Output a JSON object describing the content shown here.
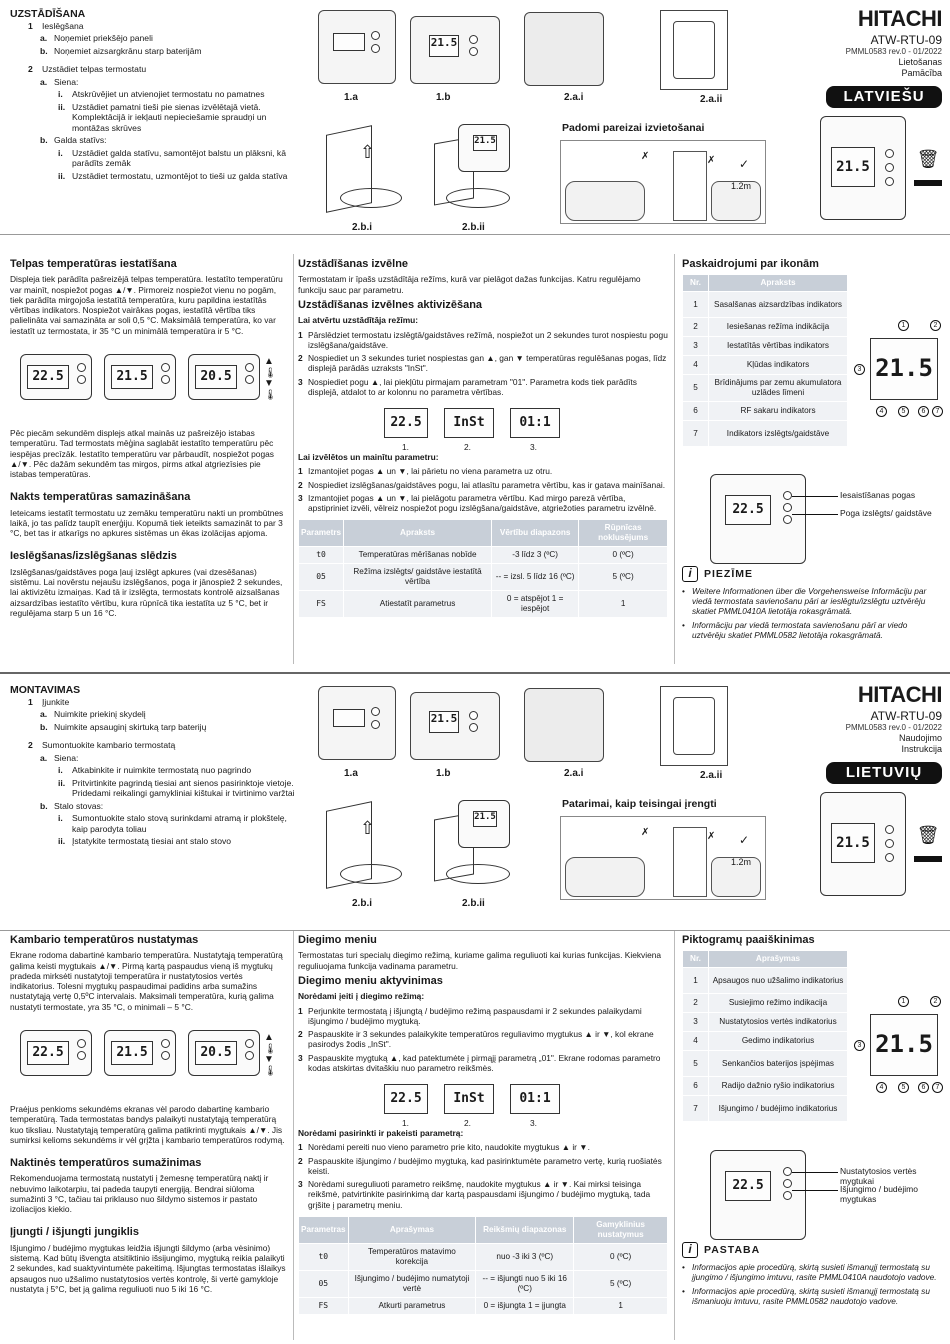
{
  "lv": {
    "install": {
      "title": "UZSTĀDĪŠANA",
      "items": [
        {
          "n": "1",
          "text": "Ieslēgšana",
          "level": 1
        },
        {
          "n": "a.",
          "text": "Noņemiet priekšējo paneli",
          "level": 2
        },
        {
          "n": "b.",
          "text": "Noņemiet aizsargkrānu starp baterijām",
          "level": 2
        },
        {
          "n": "2",
          "text": "Uzstādiet telpas termostatu",
          "level": 1
        },
        {
          "n": "a.",
          "text": "Siena:",
          "level": 2
        },
        {
          "n": "i.",
          "text": "Atskrūvējiet un atvienojiet termostatu no pamatnes",
          "level": 3
        },
        {
          "n": "ii.",
          "text": "Uzstādiet pamatni tieši pie sienas izvēlētajā vietā. Komplektācijā ir iekļauti nepieciešamie spraudņi un montāžas skrūves",
          "level": 3
        },
        {
          "n": "b.",
          "text": "Galda statīvs:",
          "level": 2
        },
        {
          "n": "i.",
          "text": "Uzstādiet galda statīvu, samontējot balstu un plāksni, kā parādīts zemāk",
          "level": 3
        },
        {
          "n": "ii.",
          "text": "Uzstādiet termostatu, uzmontējot to tieši uz galda statīva",
          "level": 3
        }
      ],
      "figs": [
        "1.a",
        "1.b",
        "2.a.i",
        "2.a.ii",
        "2.b.i",
        "2.b.ii"
      ],
      "tips_title": "Padomi pareizai izvietošanai",
      "height_label": "1.2m"
    },
    "header": {
      "brand": "HITACHI",
      "model": "ATW-RTU-09",
      "docnum": "PMML0583 rev.0 - 01/2022",
      "doctype1": "Lietošanas",
      "doctype2": "Pamācība",
      "lang": "LATVIEŠU"
    },
    "room_temp": {
      "title": "Telpas temperatūras iestatīšana",
      "p1": "Displeja tiek parādīta pašreizējā telpas temperatūra. Iestatīto temperatūru var mainīt, nospiežot pogas ▲/▼. Pirmoreiz nospiežot vienu no pogām, tiek parādīta mirgojoša iestatītā temperatūra, kuru papildina iestatītās vērtības indikators. Nospiežot vairākas pogas, iestatītā vērtība tiks palielināta vai samazināta ar soli 0,5 °C. Maksimālā temperatūra, ko var iestatīt uz termostata, ir 35 °C un minimālā temperatūra ir 5 °C.",
      "lcd1": "22.5",
      "lcd2": "21.5",
      "lcd3": "20.5",
      "p2": "Pēc piecām sekundēm displejs atkal mainās uz pašreizējo istabas temperatūru. Tad termostats mēģina saglabāt iestatīto temperatūru pēc iespējas precīzāk. Iestatīto temperatūru var pārbaudīt, nospiežot pogas ▲/▼. Pēc dažām sekundēm tas mirgos, pirms atkal atgriezīsies pie istabas temperatūras."
    },
    "night": {
      "title": "Nakts temperatūras samazināšana",
      "p": "Ieteicams iestatīt termostatu uz zemāku temperatūru nakti un prombūtnes laikā, jo tas palīdz taupīt enerģiju. Kopumā tiek ieteikts samazināt to par 3 °C, bet tas ir atkarīgs no apkures sistēmas un ēkas izolācijas apjoma."
    },
    "onoff": {
      "title": "Ieslēgšanas/izslēgšanas slēdzis",
      "p": "Izslēgšanas/gaidstāves poga ļauj izslēgt apkures (vai dzesēšanas) sistēmu. Lai novērstu nejaušu izslēgšanos, poga ir jānospiež 2 sekundes, lai aktivizētu izmaiņas. Kad tā ir izslēgta, termostats kontrolē aizsalšanas aizsardzības iestatīto vērtību, kura rūpnīcā tika iestatīta uz 5 °C, bet ir regulējama starp 5 un 16 °C."
    },
    "setup": {
      "title": "Uzstādīšanas izvēlne",
      "p": "Termostatam ir īpašs uzstādītāja režīms, kurā var pielāgot dažas funkcijas. Katru regulējamo funkciju sauc par parametru.",
      "act_title": "Uzstādīšanas izvēlnes aktivizēšana",
      "enter_title": "Lai atvērtu uzstādītāja režīmu:",
      "steps1": [
        "Pārslēdziet termostatu izslēgtā/gaidstāves režīmā, nospiežot un 2 sekundes turot nospiestu pogu izslēgšana/gaidstāve.",
        "Nospiediet un 3 sekundes turiet nospiestas gan ▲, gan ▼ temperatūras regulēšanas pogas, līdz displejā parādās uzraksts \"InSt\".",
        "Nospiediet pogu ▲, lai piekļūtu pirmajam parametram \"01\". Parametra kods tiek parādīts displejā, atdalot to ar kolonnu no parametra vērtības."
      ],
      "lcds": [
        "22.5",
        "InSt",
        "01:1"
      ],
      "lcd_labels": [
        "1.",
        "2.",
        "3."
      ],
      "change_title": "Lai izvēlētos un mainītu parametru:",
      "steps2": [
        "Izmantojiet pogas ▲ un ▼, lai pārietu no viena parametra uz otru.",
        "Nospiediet izslēgšanas/gaidstāves pogu, lai atlasītu parametra vērtību, kas ir gatava mainīšanai.",
        "Izmantojiet pogas ▲ un ▼, lai pielāgotu parametra vērtību. Kad mirgo parezā vērtība, apstipriniet izvēli, vēlreiz nospiežot pogu izslēgšana/gaidstāve, atgriežoties parametru izvēlnē."
      ],
      "table": {
        "headers": [
          "Parametrs",
          "Apraksts",
          "Vērtību diapazons",
          "Rūpnīcas noklusējums"
        ],
        "rows": [
          [
            "t0",
            "Temperatūras mērīšanas nobīde",
            "-3 līdz 3 (ºC)",
            "0 (ºC)"
          ],
          [
            "05",
            "Režīma izslēgts/ gaidstāve iestatītā vērtība",
            "-- = izsl. 5 līdz 16 (ºC)",
            "5 (ºC)"
          ],
          [
            "FS",
            "Atiestatīt parametrus",
            "0 = atspējot 1 = iespējot",
            "1"
          ]
        ]
      }
    },
    "icons": {
      "title": "Paskaidrojumi par ikonām",
      "headers": [
        "Nr.",
        "Apraksts"
      ],
      "rows": [
        [
          "1",
          "Sasalšanas aizsardzības indikators"
        ],
        [
          "2",
          "Iesiešanas režīma indikācija"
        ],
        [
          "3",
          "Iestatītās vērtības indikators"
        ],
        [
          "4",
          "Kļūdas indikators"
        ],
        [
          "5",
          "Brīdinājums par zemu akumulatora uzlādes līmeni"
        ],
        [
          "6",
          "RF sakaru indikators"
        ],
        [
          "7",
          "Indikators izslēgts/gaidstāve"
        ]
      ],
      "lcd": "21.5",
      "callout1": "Iesaistīšanas pogas",
      "callout2": "Poga izslēgts/ gaidstāve",
      "note_title": "PIEZĪME",
      "notes": [
        "Weitere Informationen über die Vorgehensweise Informāciju par viedā termostata savienošanu pāri ar ieslēgtu/izslēgtu uztvērēju skatiet PMML0410A lietotāja rokasgrāmatā.",
        "Informāciju par viedā termostata savienošanu pārī ar viedo uztvērēju skatiet PMML0582 lietotāja rokasgrāmatā."
      ]
    }
  },
  "lt": {
    "install": {
      "title": "MONTAVIMAS",
      "items": [
        {
          "n": "1",
          "text": "Įjunkite",
          "level": 1
        },
        {
          "n": "a.",
          "text": "Nuimkite priekinį skydelį",
          "level": 2
        },
        {
          "n": "b.",
          "text": "Nuimkite apsauginį skirtuką tarp baterijų",
          "level": 2
        },
        {
          "n": "2",
          "text": "Sumontuokite kambario termostatą",
          "level": 1
        },
        {
          "n": "a.",
          "text": "Siena:",
          "level": 2
        },
        {
          "n": "i.",
          "text": "Atkabinkite ir nuimkite termostatą nuo pagrindo",
          "level": 3
        },
        {
          "n": "ii.",
          "text": "Pritvirtinkite pagrindą tiesiai ant sienos pasirinktoje vietoje. Pridedami reikalingi gamykliniai kištukai ir tvirtinimo varžtai",
          "level": 3
        },
        {
          "n": "b.",
          "text": "Stalo stovas:",
          "level": 2
        },
        {
          "n": "i.",
          "text": "Sumontuokite stalo stovą surinkdami atramą ir plokštelę, kaip parodyta toliau",
          "level": 3
        },
        {
          "n": "ii.",
          "text": "Įstatykite termostatą tiesiai ant stalo stovo",
          "level": 3
        }
      ],
      "figs": [
        "1.a",
        "1.b",
        "2.a.i",
        "2.a.ii",
        "2.b.i",
        "2.b.ii"
      ],
      "tips_title": "Patarimai, kaip teisingai įrengti",
      "height_label": "1.2m"
    },
    "header": {
      "brand": "HITACHI",
      "model": "ATW-RTU-09",
      "docnum": "PMML0583 rev.0 - 01/2022",
      "doctype1": "Naudojimo",
      "doctype2": "Instrukcija",
      "lang": "LIETUVIŲ"
    },
    "room_temp": {
      "title": "Kambario temperatūros nustatymas",
      "p1": "Ekrane rodoma dabartinė kambario temperatūra. Nustatytąją temperatūrą galima keisti mygtukais ▲/▼. Pirmą kartą paspaudus vieną iš mygtukų pradeda mirksėti nustatytoji temperatūra ir nustatytosios vertės indikatorius. Tolesni mygtukų paspaudimai padidins arba sumažins nustatytąją vertę 0,5ºC intervalais. Maksimali temperatūra, kurią galima nustatyti termostate, yra 35 °C, o minimali – 5 °C.",
      "lcd1": "22.5",
      "lcd2": "21.5",
      "lcd3": "20.5",
      "p2": "Praėjus penkioms sekundėms ekranas vėl parodo dabartinę kambario temperatūrą. Tada termostatas bandys palaikyti nustatytąją temperatūrą kuo tiksliau. Nustatytąją temperatūrą galima patikrinti mygtukais ▲/▼. Jis sumirksi kelioms sekundėms ir vėl grįžta į kambario temperatūros rodymą."
    },
    "night": {
      "title": "Naktinės temperatūros sumažinimas",
      "p": "Rekomenduojama termostatą nustatyti į žemesnę temperatūrą naktį ir nebuvimo laikotarpiu, tai padeda taupyti energiją. Bendrai siūloma sumažinti 3 °C, tačiau tai priklauso nuo šildymo sistemos ir pastato izoliacijos kiekio."
    },
    "onoff": {
      "title": "Įjungti / išjungti jungiklis",
      "p": "Išjungimo / budėjimo mygtukas leidžia išjungti šildymo (arba vėsinimo) sistemą. Kad būtų išvengta atsitiktinio išsijungimo, mygtuką reikia palaikyti 2 sekundes, kad suaktyvintumėte pakeitimą. Išjungtas termostatas išlaikys apsaugos nuo užšalimo nustatytosios vertės kontrolę, ši vertė gamykloje nustatyta į 5°C, bet ją galima reguliuoti nuo 5 iki 16 °C."
    },
    "setup": {
      "title": "Diegimo meniu",
      "p": "Termostatas turi specialų diegimo režimą, kuriame galima reguliuoti kai kurias funkcijas. Kiekviena reguliuojama funkcija vadinama parametru.",
      "act_title": "Diegimo meniu aktyvinimas",
      "enter_title": "Norėdami įeiti į diegimo režimą:",
      "steps1": [
        "Perjunkite termostatą į išjungtą / budėjimo režimą paspausdami ir 2 sekundes palaikydami išjungimo / budėjimo mygtuką.",
        "Paspauskite ir 3 sekundes palaikykite temperatūros reguliavimo mygtukus ▲ ir ▼, kol ekrane pasirodys žodis „InSt\".",
        "Paspauskite mygtuką ▲, kad patektumėte į pirmąjį parametrą „01\". Ekrane rodomas parametro kodas atskirtas dvitaškiu nuo parametro reikšmės."
      ],
      "lcds": [
        "22.5",
        "InSt",
        "01:1"
      ],
      "lcd_labels": [
        "1.",
        "2.",
        "3."
      ],
      "change_title": "Norėdami pasirinkti ir pakeisti parametrą:",
      "steps2": [
        "Norėdami pereiti nuo vieno parametro prie kito, naudokite mygtukus ▲ ir ▼.",
        "Paspauskite išjungimo / budėjimo mygtuką, kad pasirinktumėte parametro vertę, kurią ruošiatės keisti.",
        "Norėdami sureguliuoti parametro reikšmę, naudokite mygtukus ▲ ir ▼. Kai mirksi teisinga reikšmė, patvirtinkite pasirinkimą dar kartą paspausdami išjungimo / budėjimo mygtuką, tada grįšite į parametrų meniu."
      ],
      "table": {
        "headers": [
          "Parametras",
          "Aprašymas",
          "Reikšmių diapazonas",
          "Gamyklinius nustatymus"
        ],
        "rows": [
          [
            "t0",
            "Temperatūros matavimo korekcija",
            "nuo -3 iki 3 (ºC)",
            "0 (ºC)"
          ],
          [
            "05",
            "Išjungimo / budėjimo numatytoji vertė",
            "-- = išjungti nuo 5 iki 16 (ºC)",
            "5 (ºC)"
          ],
          [
            "FS",
            "Atkurti parametrus",
            "0 = išjungta 1 = įjungta",
            "1"
          ]
        ]
      }
    },
    "icons": {
      "title": "Piktogramų paaiškinimas",
      "headers": [
        "Nr.",
        "Aprašymas"
      ],
      "rows": [
        [
          "1",
          "Apsaugos nuo užšalimo indikatorius"
        ],
        [
          "2",
          "Susiejimo režimo indikacija"
        ],
        [
          "3",
          "Nustatytosios vertės indikatorius"
        ],
        [
          "4",
          "Gedimo indikatorius"
        ],
        [
          "5",
          "Senkančios baterijos įspėjimas"
        ],
        [
          "6",
          "Radijo dažnio ryšio indikatorius"
        ],
        [
          "7",
          "Išjungimo / budėjimo indikatorius"
        ]
      ],
      "lcd": "21.5",
      "callout1": "Nustatytosios vertės mygtukai",
      "callout2": "Išjungimo / budėjimo mygtukas",
      "note_title": "PASTABA",
      "notes": [
        "Informacijos apie procedūrą, skirtą susieti išmanųjį termostatą su įjungimo / išjungimo imtuvu, rasite PMML0410A naudotojo vadove.",
        "Informacijos apie procedūrą, skirtą susieti išmanųjį termostatą su išmaniuoju imtuvu, rasite PMML0582 naudotojo vadove."
      ]
    }
  },
  "colors": {
    "table_header": "#c8cfd8",
    "table_cell": "#f0f2f5",
    "lang_box": "#111111"
  }
}
